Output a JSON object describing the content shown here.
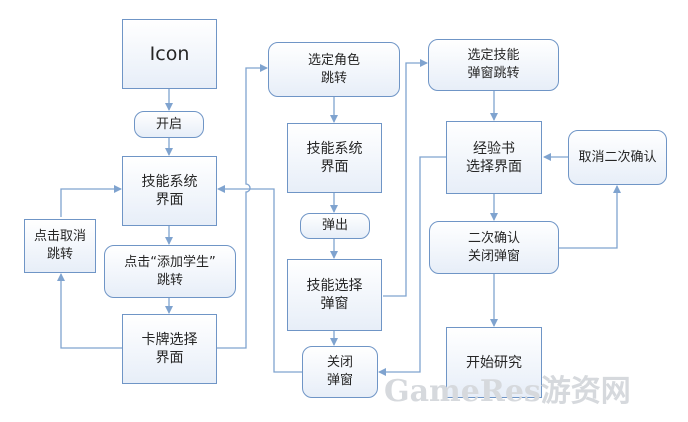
{
  "nodes": {
    "icon": "Icon",
    "open": "开启",
    "skill_ui_main": "技能系统\n界面",
    "cancel_click": "点击取消\n跳转",
    "click_add_student": "点击“添加学生”\n跳转",
    "card_select_ui": "卡牌选择\n界面",
    "select_role_jump": "选定角色\n跳转",
    "skill_ui_2": "技能系统\n界面",
    "popup": "弹出",
    "skill_select_popup": "技能选择\n弹窗",
    "close_popup": "关闭\n弹窗",
    "select_skill_jump": "选定技能\n弹窗跳转",
    "exp_book_ui": "经验书\n选择界面",
    "cancel_confirm": "取消二次确认",
    "second_confirm": "二次确认\n关闭弹窗",
    "start_research": "开始研究"
  },
  "colors": {
    "line": "#7fa3cf",
    "border": "#6f95c6",
    "fill_top": "#ffffff",
    "fill_bottom": "#e7eef8"
  },
  "watermark": {
    "text": "GameRes游资网"
  }
}
